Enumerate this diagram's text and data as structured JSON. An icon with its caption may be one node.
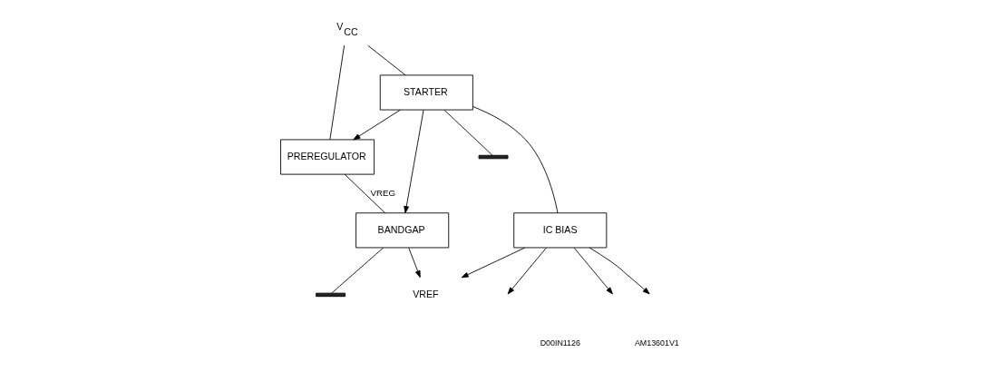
{
  "diagram": {
    "nodes": [
      {
        "text": [
          "V$_{CC}$"
        ]
      },
      {
        "text": [
          "STARTER"
        ]
      },
      {
        "text": [
          "PREREGULATOR"
        ]
      },
      {
        "text": [],
        "shape": "bar"
      },
      {
        "text": [
          "BANDGAP"
        ]
      },
      {
        "text": [],
        "shape": "bar"
      },
      {
        "text": [
          "IC BIAS"
        ]
      },
      {
        "text": [
          "VREF"
        ]
      }
    ],
    "edges": [
      {
        "from": 0,
        "to": 1,
        "arrow": "none"
      },
      {
        "from": 0,
        "to": 2,
        "arrow": "none"
      },
      {
        "from": 1,
        "to": 2,
        "arrow": "to"
      },
      {
        "from": 1,
        "to": 3,
        "arrow": "none"
      },
      {
        "from": 1,
        "to": 4,
        "arrow": "to"
      },
      {
        "from": 1,
        "to": 6,
        "arrow": "none"
      },
      {
        "from": 2,
        "to": 4,
        "arrow": "none",
        "label": "VREG"
      },
      {
        "from": 4,
        "to": 5,
        "arrow": "none"
      },
      {
        "from": 4,
        "to": 7,
        "arrow": "to"
      },
      {
        "from": 6,
        "to": 7,
        "arrow": "to"
      },
      {
        "from": 6,
        "to": null,
        "arrow": "to"
      },
      {
        "from": 6,
        "to": null,
        "arrow": "to"
      },
      {
        "from": 6,
        "to": null,
        "arrow": "to"
      }
    ],
    "labels": [
      "D00IN1126",
      "AM13601V1"
    ]
  }
}
